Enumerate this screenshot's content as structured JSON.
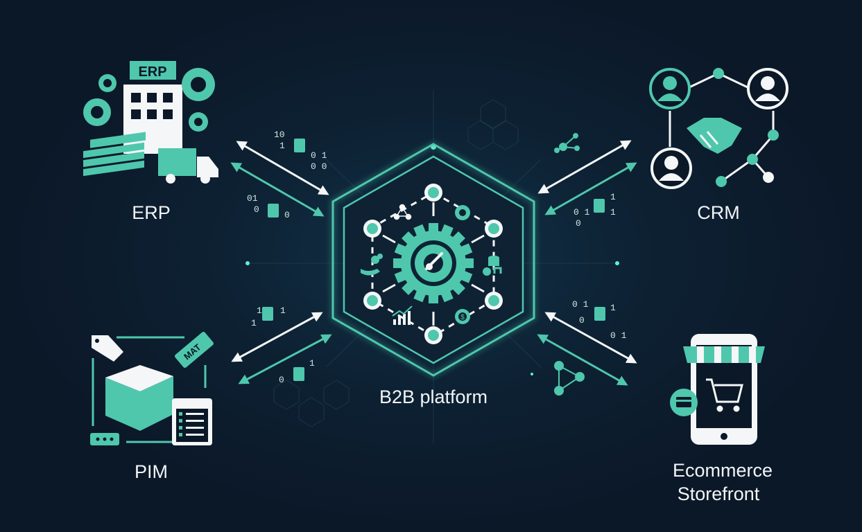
{
  "title": "B2B platform",
  "systems": {
    "erp": {
      "label": "ERP",
      "badge": "ERP"
    },
    "crm": {
      "label": "CRM"
    },
    "pim": {
      "label": "PIM",
      "tag": "MAT"
    },
    "ecommerce": {
      "label_line1": "Ecommerce",
      "label_line2": "Storefront"
    }
  },
  "binary": {
    "tl": [
      "10",
      "1",
      "0 1",
      "0 0",
      "01",
      "0",
      "0"
    ],
    "tr": [
      "1",
      "0 1",
      "1",
      "0"
    ],
    "bl": [
      "1",
      "1",
      "1",
      "0",
      "1"
    ],
    "br": [
      "0 1",
      "1",
      "0",
      "0 1"
    ]
  },
  "colors": {
    "accent": "#4fc7ad",
    "background": "#0b1828",
    "text": "#f2f5f7"
  }
}
